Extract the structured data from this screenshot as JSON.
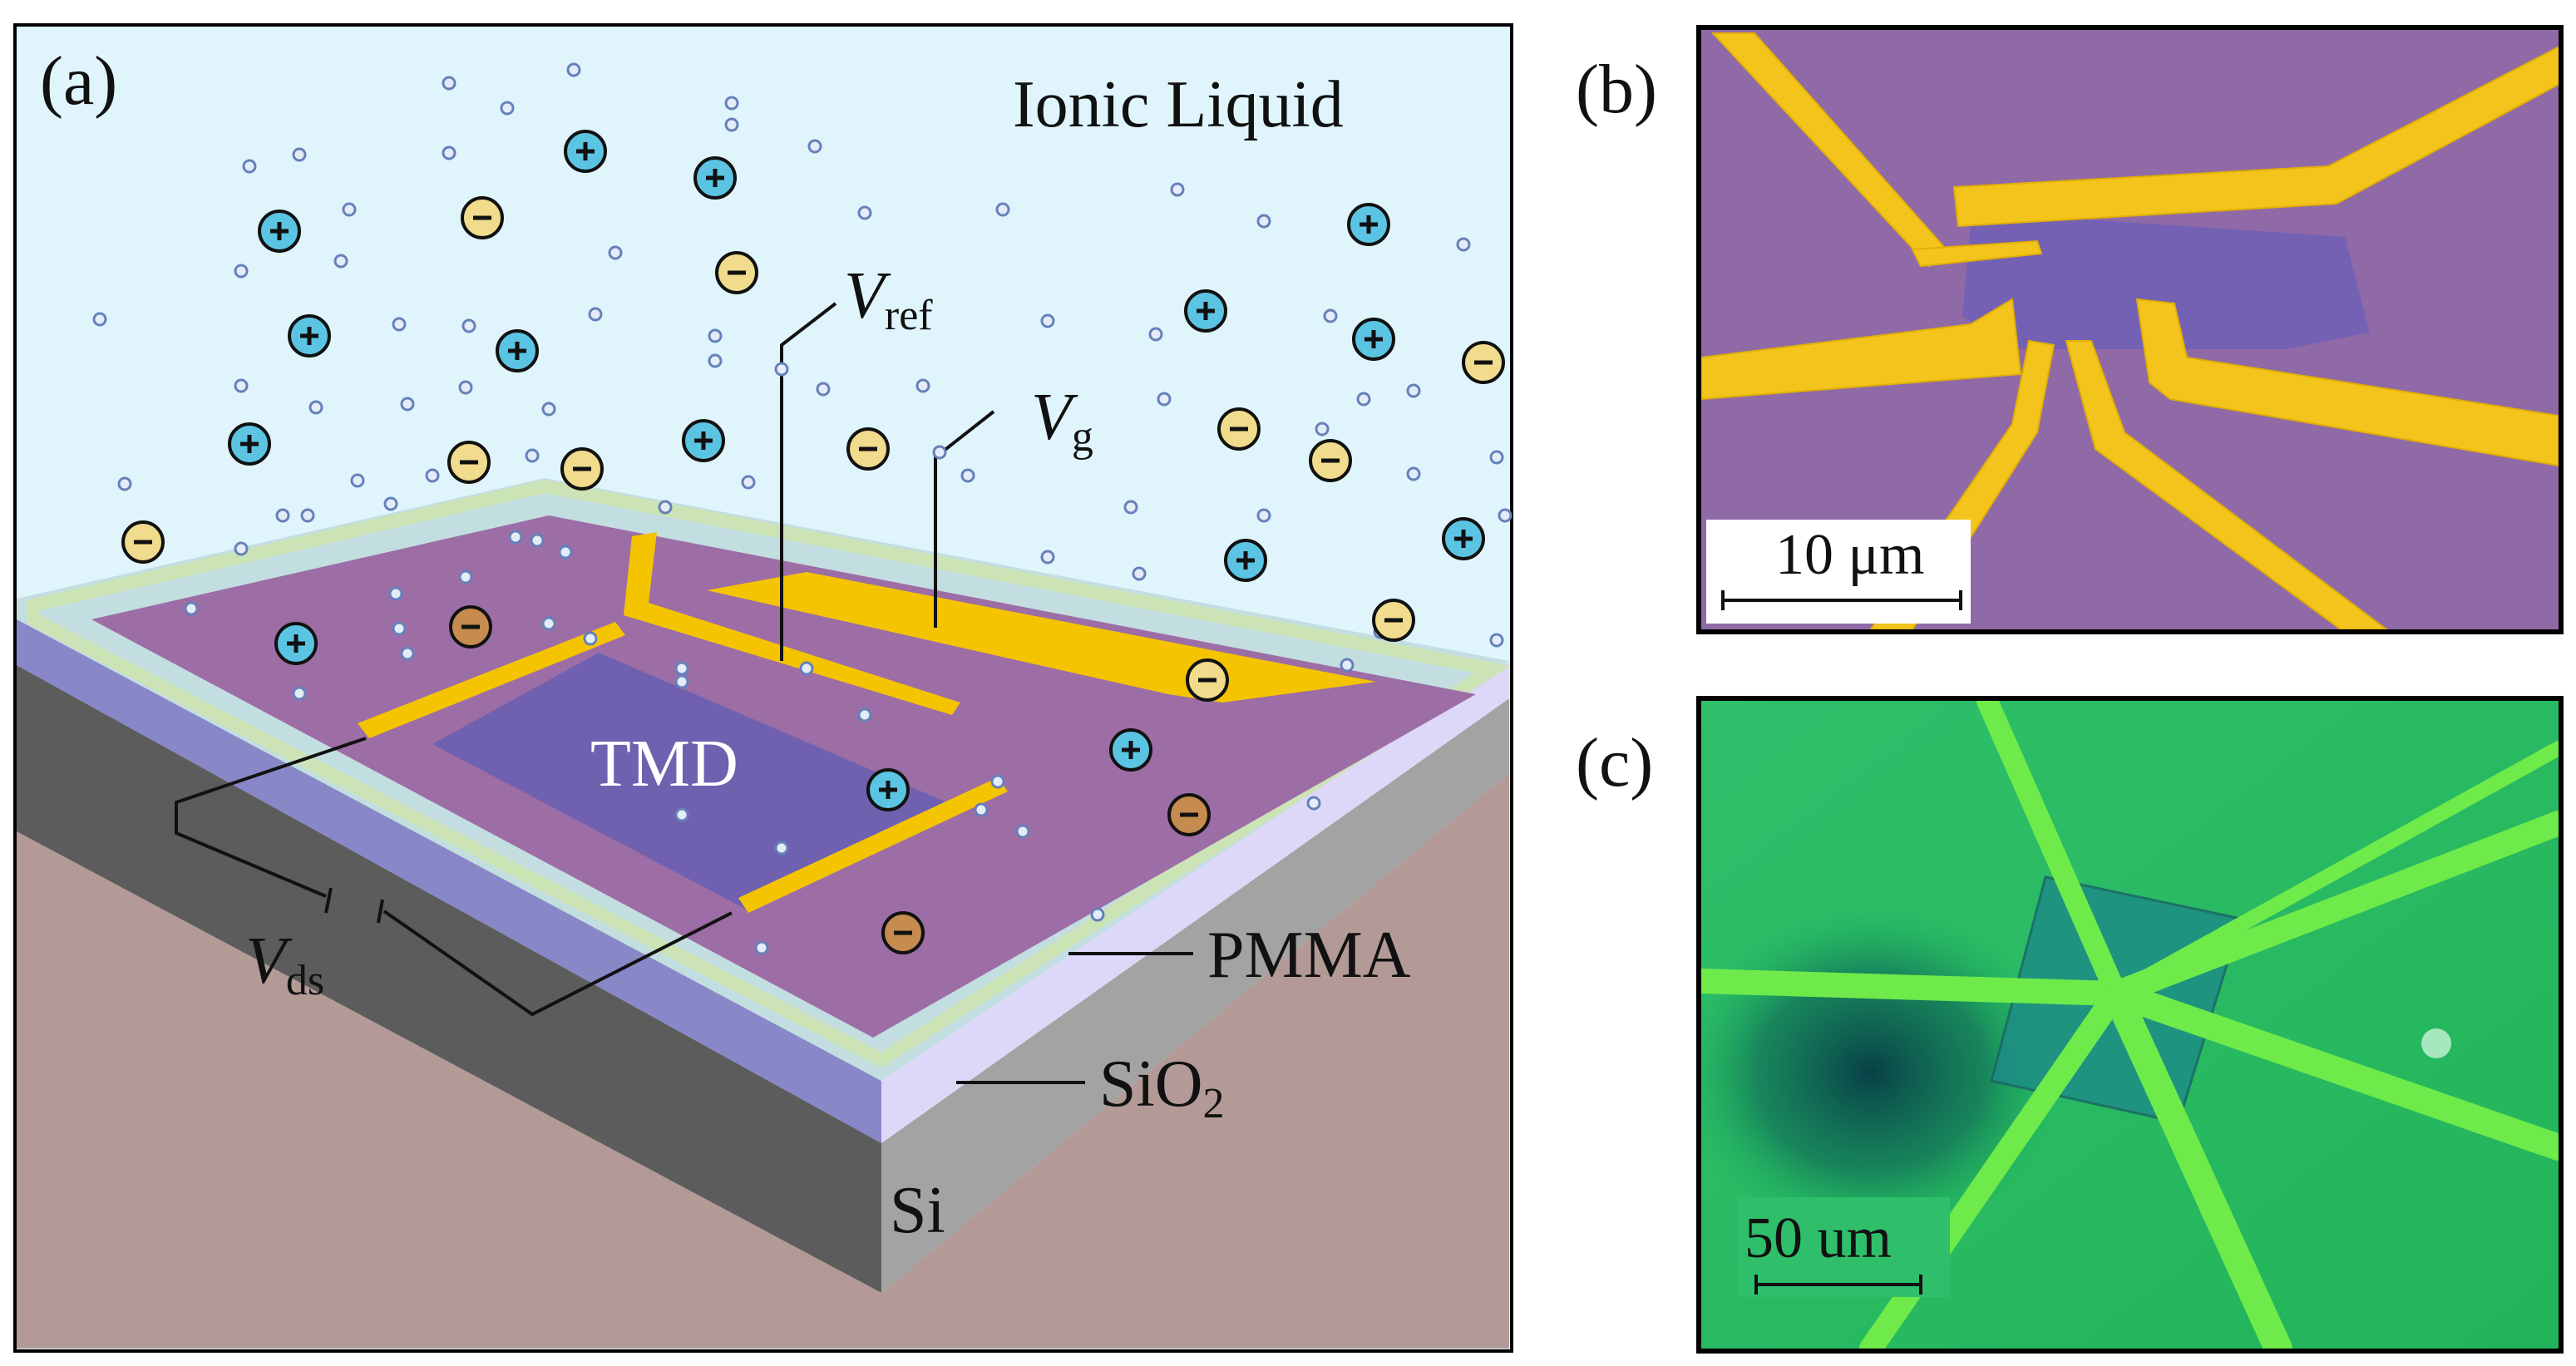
{
  "panel_a": {
    "label": "(a)",
    "ionic_liquid": "Ionic Liquid",
    "tmd": "TMD",
    "v_ref_main": "V",
    "v_ref_sub": "ref",
    "v_g_main": "V",
    "v_g_sub": "g",
    "v_ds_main": "V",
    "v_ds_sub": "ds",
    "pmma": "PMMA",
    "sio2_main": "SiO",
    "sio2_sub": "2",
    "si": "Si",
    "cation_symbol": "+",
    "anion_symbol": "−"
  },
  "panel_b": {
    "label": "(b)",
    "scale_bar": "10 μm"
  },
  "panel_c": {
    "label": "(c)",
    "scale_bar": "50 um"
  },
  "colors": {
    "liquid": "#dff5fb",
    "cation": "#5cc4e3",
    "anion": "#f1db8c",
    "anion_dark": "#c58b4f",
    "gold": "#f4c400",
    "pmma_film": "#9d6da6",
    "tmd": "#7060b0",
    "sio2": "#c9c8f2",
    "si": "#b39a97"
  }
}
